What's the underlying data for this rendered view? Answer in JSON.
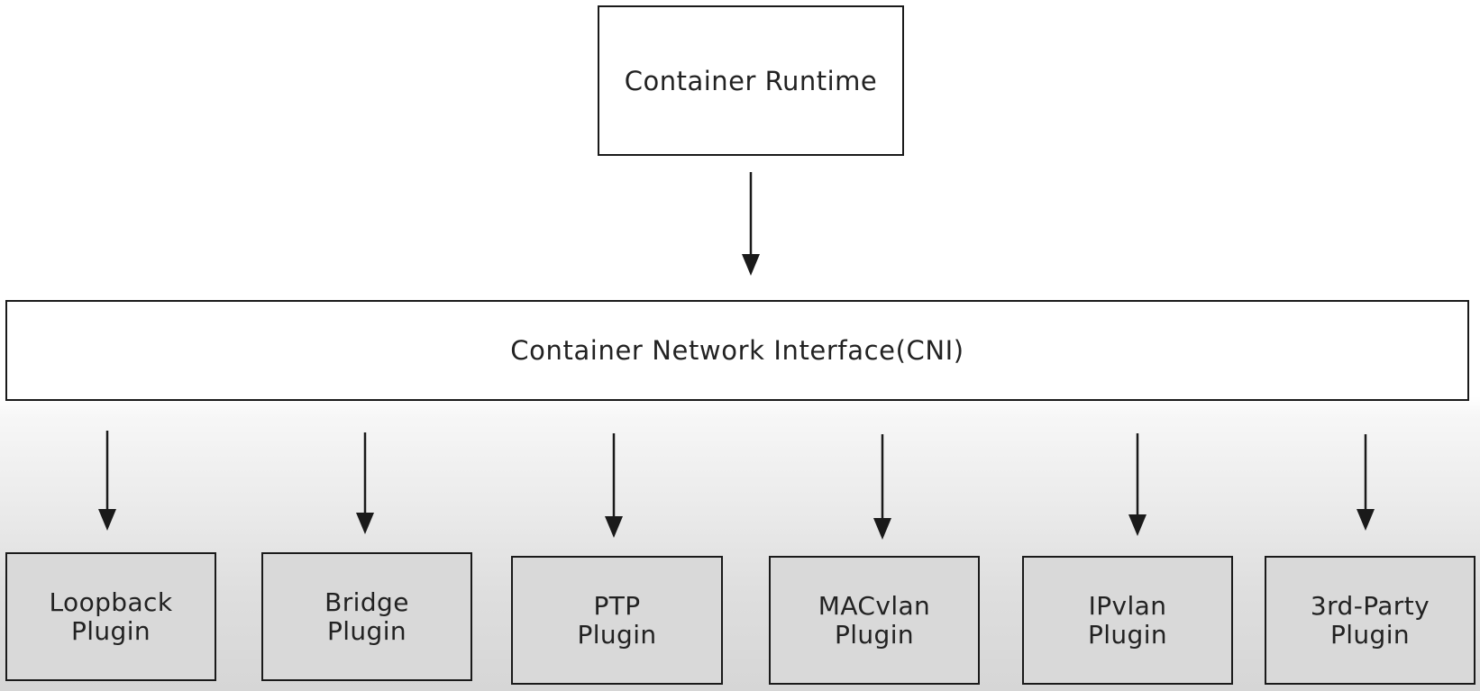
{
  "diagram": {
    "runtime_label": "Container Runtime",
    "cni_label": "Container Network Interface(CNI)",
    "plugins": [
      {
        "line1": "Loopback",
        "line2": "Plugin"
      },
      {
        "line1": "Bridge",
        "line2": "Plugin"
      },
      {
        "line1": "PTP",
        "line2": "Plugin"
      },
      {
        "line1": "MACvlan",
        "line2": "Plugin"
      },
      {
        "line1": "IPvlan",
        "line2": "Plugin"
      },
      {
        "line1": "3rd-Party",
        "line2": "Plugin"
      }
    ]
  },
  "colors": {
    "stroke": "#1a1a1a",
    "plugin_fill": "#d9d9d9",
    "box_fill": "#ffffff"
  }
}
